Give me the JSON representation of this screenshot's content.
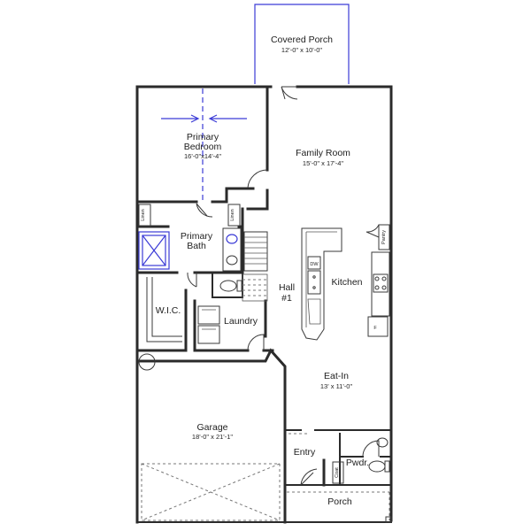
{
  "colors": {
    "wall": "#2b2b2b",
    "fixture_blue": "#3b3bd6",
    "background": "#ffffff"
  },
  "rooms": {
    "covered_porch": {
      "name": "Covered Porch",
      "dim": "12'-0\" x 10'-0\""
    },
    "primary_bedroom": {
      "name_line1": "Primary",
      "name_line2": "Bedroom",
      "dim": "16'-0\"x14'-4\""
    },
    "family_room": {
      "name": "Family Room",
      "dim": "15'-0\" x 17'-4\""
    },
    "primary_bath": {
      "name_line1": "Primary",
      "name_line2": "Bath"
    },
    "kitchen": {
      "name": "Kitchen"
    },
    "hall": {
      "name_line1": "Hall",
      "name_line2": "#1"
    },
    "wic": {
      "name": "W.I.C."
    },
    "laundry": {
      "name": "Laundry"
    },
    "eat_in": {
      "name": "Eat-In",
      "dim": "13' x 11'-0\""
    },
    "garage": {
      "name": "Garage",
      "dim": "18'-0\" x 21'-1\""
    },
    "entry": {
      "name": "Entry"
    },
    "powder": {
      "name": "Pwdr."
    },
    "porch": {
      "name": "Porch"
    }
  },
  "small_labels": {
    "linen_left": "Linen",
    "linen_right": "Linen",
    "pantry": "Pantry",
    "dishwasher": "DW",
    "fridge": "F",
    "coat": "Coat"
  }
}
